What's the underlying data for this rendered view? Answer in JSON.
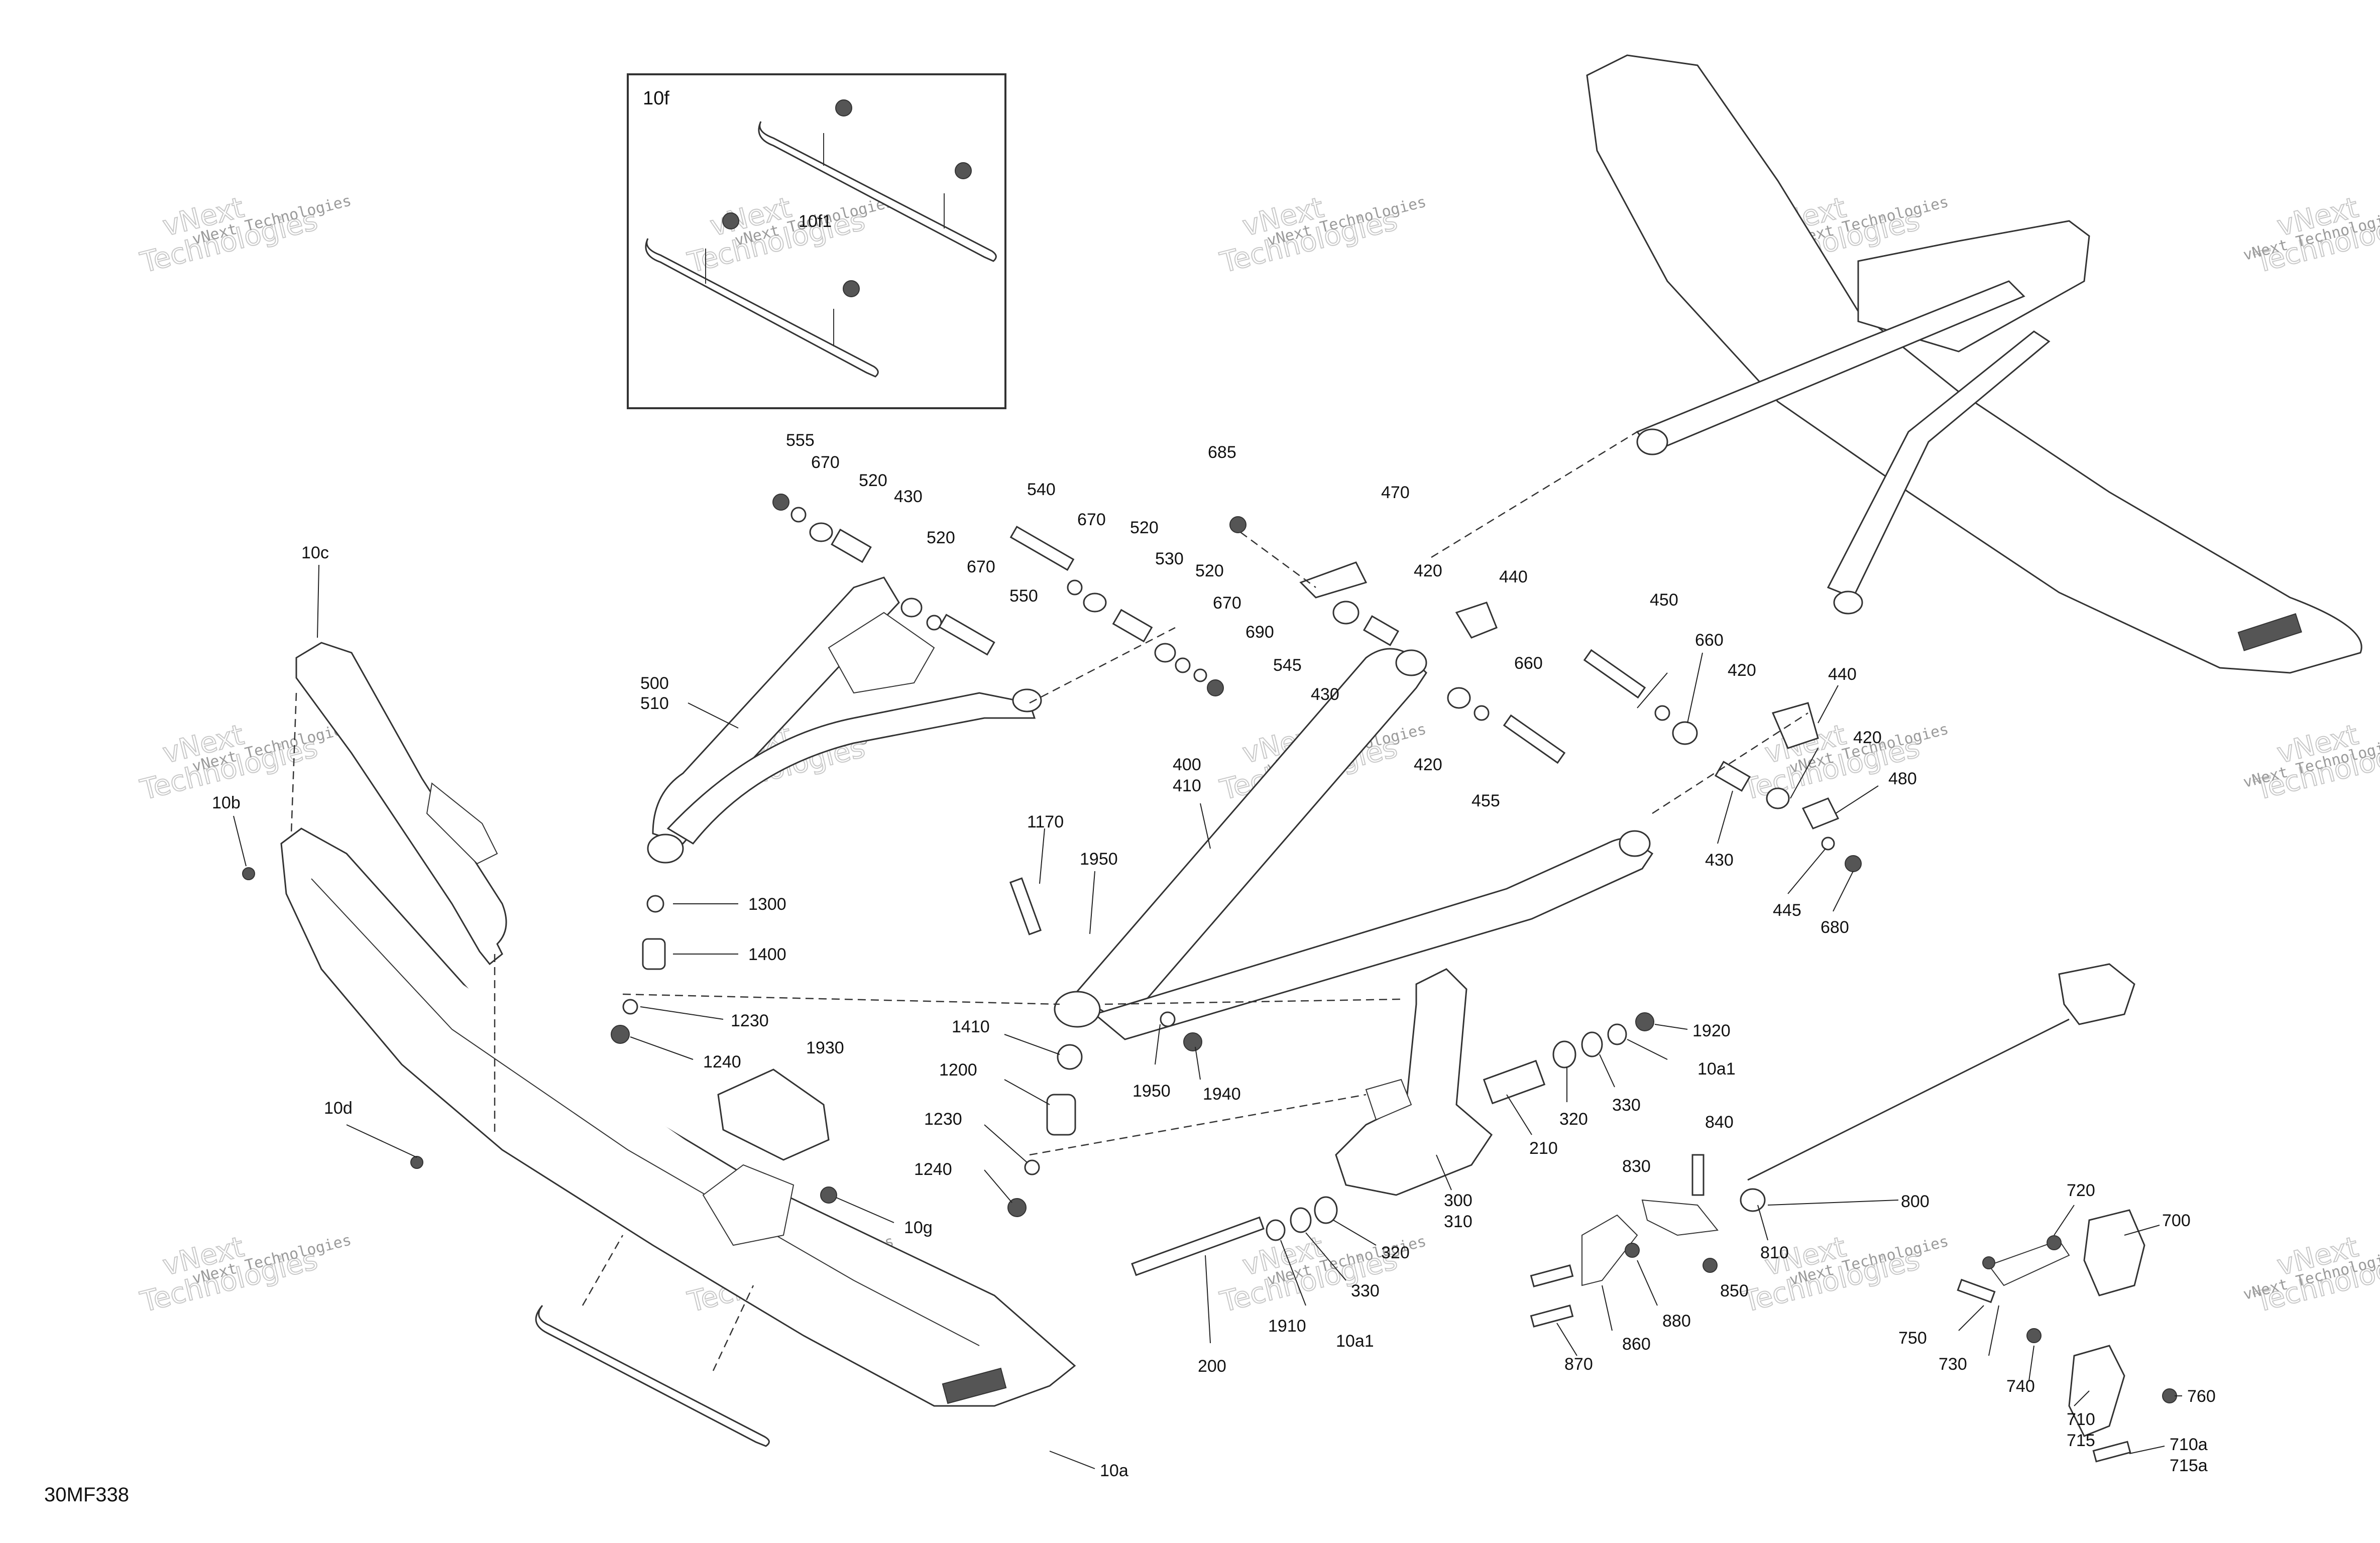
{
  "diagram_code": "30MF338",
  "inset": {
    "label": "10f"
  },
  "watermark": {
    "line1": "vNext",
    "line2": "Technologies",
    "full": "vNext Technologies"
  },
  "callouts": [
    "10f1",
    "555",
    "670",
    "520",
    "430",
    "540",
    "670",
    "520",
    "685",
    "470",
    "520",
    "670",
    "550",
    "530",
    "520",
    "670",
    "690",
    "545",
    "420",
    "440",
    "450",
    "660",
    "420",
    "440",
    "10c",
    "500",
    "510",
    "430",
    "400",
    "410",
    "420",
    "455",
    "660",
    "420",
    "480",
    "430",
    "445",
    "680",
    "10b",
    "1170",
    "1950",
    "1300",
    "1400",
    "1230",
    "1240",
    "1930",
    "1410",
    "1200",
    "1230",
    "1240",
    "1950",
    "1940",
    "1920",
    "10a1",
    "330",
    "320",
    "210",
    "10d",
    "840",
    "830",
    "800",
    "720",
    "700",
    "10g",
    "300",
    "310",
    "320",
    "330",
    "1910",
    "10a1",
    "200",
    "810",
    "850",
    "880",
    "860",
    "870",
    "750",
    "730",
    "740",
    "760",
    "710",
    "715",
    "710a",
    "715a",
    "10a"
  ]
}
